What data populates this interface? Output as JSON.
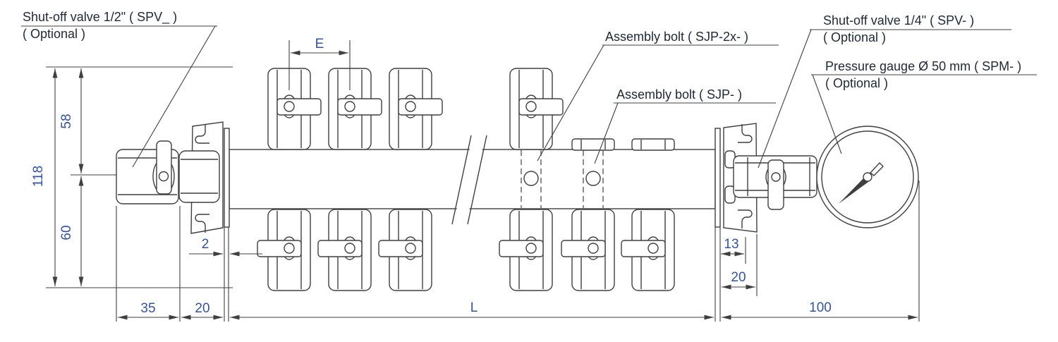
{
  "drawing": {
    "background": "#ffffff",
    "line_color": "#3f3f3f",
    "dim_text_color": "#33539c",
    "label_text_color": "#1e2836",
    "labels": {
      "shutoff_valve_left": {
        "text": "Shut-off valve 1/2\"  ( SPV_ )",
        "optional": "( Optional )"
      },
      "assembly_bolt_2x": {
        "text": "Assembly bolt  ( SJP-2x- )"
      },
      "assembly_bolt": {
        "text": "Assembly bolt  ( SJP- )"
      },
      "shutoff_valve_right": {
        "text": "Shut-off valve 1/4\"  ( SPV- )",
        "optional": "( Optional )"
      },
      "pressure_gauge": {
        "text": "Pressure gauge Ø 50 mm ( SPM- )",
        "optional": "( Optional )"
      }
    },
    "dimensions": {
      "height_total": "118",
      "height_top": "58",
      "height_bottom": "60",
      "left_valve_length": "35",
      "left_bracket_offset": "20",
      "flange_thickness": "2",
      "outlet_pitch": "E",
      "manifold_length": "L",
      "right_bracket_width": "13",
      "right_bracket_offset": "20",
      "gauge_extension": "100"
    }
  }
}
